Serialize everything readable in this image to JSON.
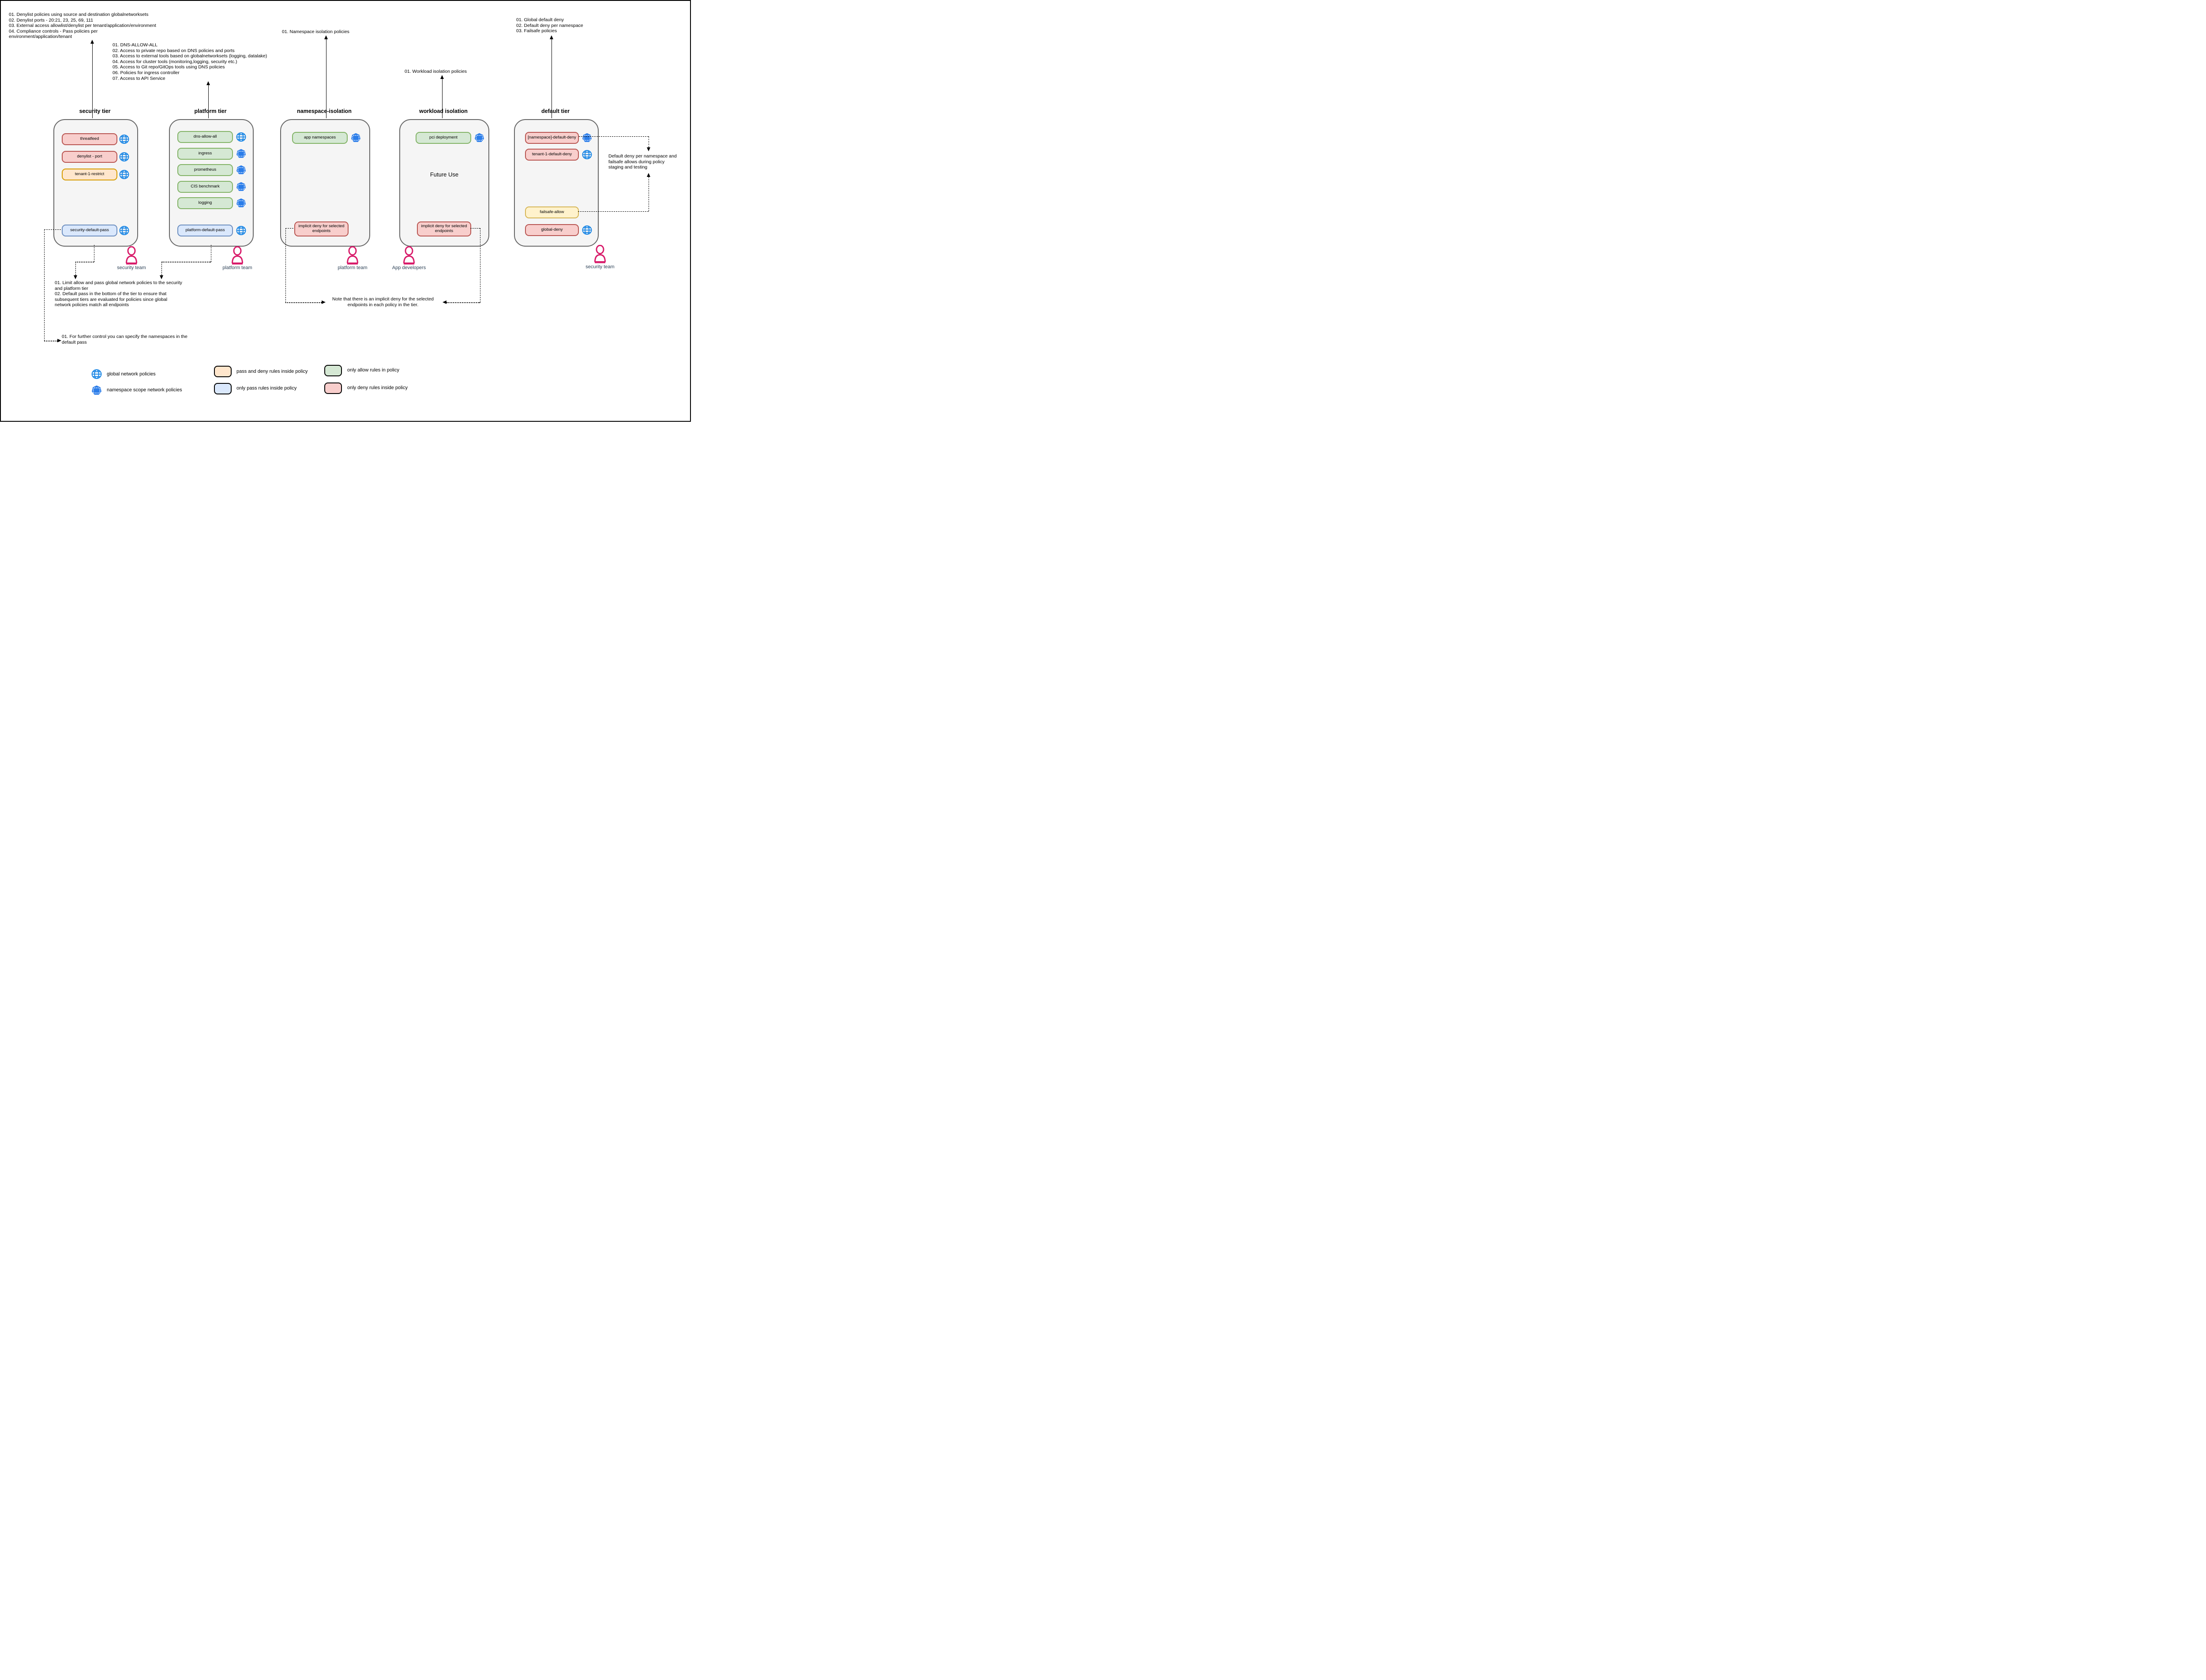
{
  "notes": {
    "security_top": "01. Denylist policies using source and destination globalnetworksets\n02. Denylist ports - 20:21, 23, 25, 69, 111\n03. External access allowlist/denylist per tenant/application/environment\n04. Compliance controls - Pass policies per\nenvironment/application/tenant",
    "platform_top": "01. DNS-ALLOW-ALL\n02. Access to private repo based on DNS policies and ports\n03. Access to external tools based on globalnetworksets (logging, datalake)\n04. Access for cluster tools (monitoring,logging, security etc.)\n05. Access to Git repo/GitOps tools using DNS policies\n06. Policies for ingress controller\n07. Access to API Service",
    "namespace_top": "01. Namespace isolation policies",
    "workload_top": "01. Workload isolation policies",
    "default_top": "01. Global default deny\n02. Default deny per namespace\n03. Failsafe policies",
    "default_right": "Default deny per namespace and\nfailsafe allows during policy\nstaging and testing",
    "limit_note": "01. Limit allow and pass global network policies to the security\nand platform tier\n02. Default pass in the bottom of the tier to ensure that\nsubsequent tiers are evaluated for policies since global\nnetwork policies match all endpoints",
    "further_note": "01. For further control you can specify the namespaces in the\ndefault pass",
    "implicit_note": "Note that there is an implicit deny for the selected\nendpoints in each policy in the tier."
  },
  "tiers": [
    {
      "title": "security tier",
      "policies": [
        {
          "label": "threatfeed",
          "style": "red",
          "scope": "global"
        },
        {
          "label": "denylist - port",
          "style": "red",
          "scope": "global"
        },
        {
          "label": "tenant-1-restrict",
          "style": "orange",
          "scope": "global"
        },
        {
          "label": "security-default-pass",
          "style": "blue",
          "scope": "global"
        }
      ]
    },
    {
      "title": "platform tier",
      "policies": [
        {
          "label": "dns-allow-all",
          "style": "green",
          "scope": "global"
        },
        {
          "label": "ingress",
          "style": "green",
          "scope": "namespace"
        },
        {
          "label": "prometheus",
          "style": "green",
          "scope": "namespace"
        },
        {
          "label": "CIS benchmark",
          "style": "green",
          "scope": "namespace"
        },
        {
          "label": "logging",
          "style": "green",
          "scope": "namespace"
        },
        {
          "label": "platform-default-pass",
          "style": "blue",
          "scope": "global"
        }
      ]
    },
    {
      "title": "namespace-isolation",
      "policies": [
        {
          "label": "app namespaces",
          "style": "green",
          "scope": "namespace"
        },
        {
          "label": "implicit deny for selected endpoints",
          "style": "red",
          "scope": "none"
        }
      ]
    },
    {
      "title": "workload isolation",
      "center_text": "Future Use",
      "policies": [
        {
          "label": "pci deployment",
          "style": "green",
          "scope": "namespace"
        },
        {
          "label": "implicit deny for selected endpoints",
          "style": "red",
          "scope": "none"
        }
      ]
    },
    {
      "title": "default tier",
      "policies": [
        {
          "label": "[namespace]-default-deny",
          "style": "red",
          "scope": "namespace"
        },
        {
          "label": "tenant-1-default-deny",
          "style": "red",
          "scope": "global"
        },
        {
          "label": "failsafe-allow",
          "style": "yellow",
          "scope": "none"
        },
        {
          "label": "global-deny",
          "style": "red",
          "scope": "global"
        }
      ]
    }
  ],
  "teams": [
    {
      "label": "security team"
    },
    {
      "label": "platform team"
    },
    {
      "label": "platform team"
    },
    {
      "label": "App developers"
    },
    {
      "label": "security team"
    }
  ],
  "legend": {
    "global_label": "global network policies",
    "namespace_label": "namespace scope network policies",
    "orange_label": "pass and deny rules inside policy",
    "blue_label": "only pass rules inside policy",
    "green_label": "only allow rules in policy",
    "red_label": "only deny rules inside policy"
  },
  "colors": {
    "red_fill": "#f8cecc",
    "red_stroke": "#b85450",
    "orange_fill": "#ffe6cc",
    "orange_stroke": "#d79b00",
    "yellow_fill": "#fff2cc",
    "yellow_stroke": "#d6b656",
    "green_fill": "#d5e8d4",
    "green_stroke": "#82b366",
    "blue_fill": "#dae8fc",
    "blue_stroke": "#6c8ebf",
    "globe_blue": "#1e88e5",
    "namespace_blue": "#2b7de9",
    "person_pink": "#d81b6a",
    "tier_fill": "#f5f5f5",
    "tier_stroke": "#666666"
  }
}
